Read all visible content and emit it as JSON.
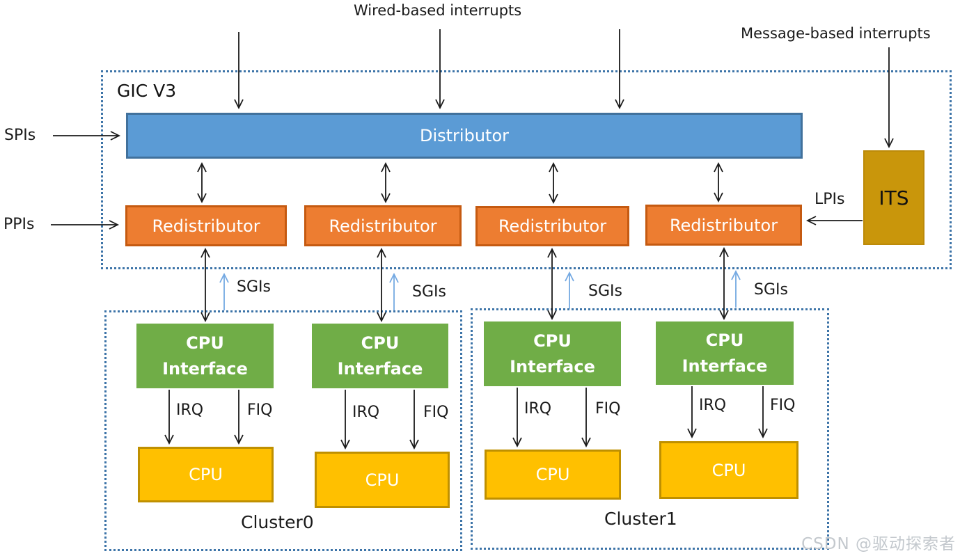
{
  "labels": {
    "wired_interrupts": "Wired-based interrupts",
    "message_interrupts": "Message-based interrupts",
    "spis": "SPIs",
    "ppis": "PPIs",
    "lpis": "LPIs",
    "sgis": "SGIs",
    "irq": "IRQ",
    "fiq": "FIQ"
  },
  "gic": {
    "title": "GIC V3",
    "distributor": "Distributor",
    "redistributor": "Redistributor",
    "its": "ITS"
  },
  "clusters": [
    {
      "name": "Cluster0"
    },
    {
      "name": "Cluster1"
    }
  ],
  "cpu_interface": {
    "line1": "CPU",
    "line2": "Interface"
  },
  "cpu": "CPU",
  "watermark": "CSDN @驱动探索者",
  "colors": {
    "distributor_fill": "#5B9BD5",
    "distributor_border": "#41719C",
    "redistributor_fill": "#ED7D31",
    "redistributor_border": "#C55A11",
    "its_fill": "#C9960B",
    "cpu_interface_fill": "#70AD47",
    "cpu_fill": "#FFC000",
    "cpu_border": "#BF9000",
    "dashed_box_border": "#3D74A8",
    "sgi_arrow": "#74A9E2",
    "arrow": "#1A1A1A",
    "watermark_text": "#C3C8CD"
  }
}
